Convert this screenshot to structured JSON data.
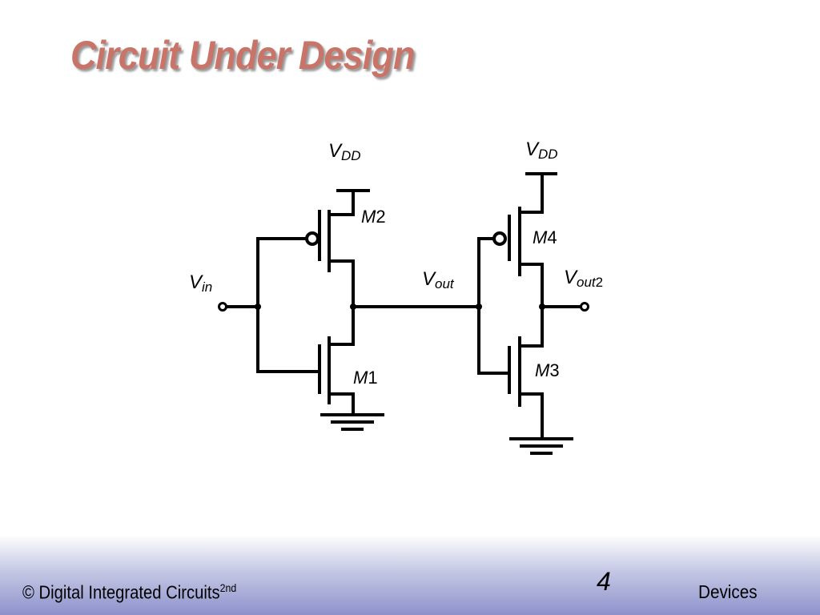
{
  "slide": {
    "title": "Circuit Under Design"
  },
  "circuit": {
    "labels": {
      "vdd_left": {
        "main": "V",
        "sub": "DD"
      },
      "vdd_right": {
        "main": "V",
        "sub": "DD"
      },
      "vin": {
        "main": "V",
        "sub": "in"
      },
      "vout": {
        "main": "V",
        "sub": "out"
      },
      "vout2": {
        "main": "V",
        "sub": "out",
        "sub_num": "2"
      },
      "m1": {
        "letter": "M",
        "num": "1"
      },
      "m2": {
        "letter": "M",
        "num": "2"
      },
      "m3": {
        "letter": "M",
        "num": "3"
      },
      "m4": {
        "letter": "M",
        "num": "4"
      }
    },
    "colors": {
      "wire": "#000000",
      "title": "#c87468"
    }
  },
  "footer": {
    "copyright": "© Digital Integrated Circuits",
    "edition": "2nd",
    "page_number": "4",
    "section": "Devices"
  }
}
